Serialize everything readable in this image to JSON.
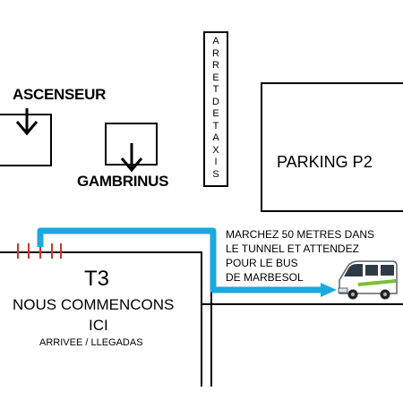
{
  "labels": {
    "ascenseur": "ASCENSEUR",
    "gambrinus": "GAMBRINUS",
    "arret_de_taxis": "ARRET DE TAXIS",
    "parking": "PARKING P2",
    "t3": "T3",
    "nous_commencons": "NOUS COMMENCONS",
    "ici": "ICI",
    "arrivee": "ARRIVEE / LLEGADAS",
    "instructions": [
      "MARCHEZ 50 METRES DANS",
      "LE TUNNEL ET ATTENDEZ",
      "POUR LE BUS",
      "DE MARBESOL"
    ]
  },
  "taxi_letters": [
    "A",
    "R",
    "R",
    "E",
    "T",
    "D",
    "E",
    "T",
    "A",
    "X",
    "I",
    "S"
  ],
  "colors": {
    "route": "#1aa9e0",
    "tick_marks": "#d0312d",
    "lines": "#000000",
    "van_body": "#ffffff",
    "van_window": "#2f3b44",
    "van_stripe": "#7bbf3a"
  },
  "icons": {
    "down_arrow": "down-arrow-icon",
    "route_arrow": "route-arrow-icon",
    "van": "minibus-icon"
  }
}
